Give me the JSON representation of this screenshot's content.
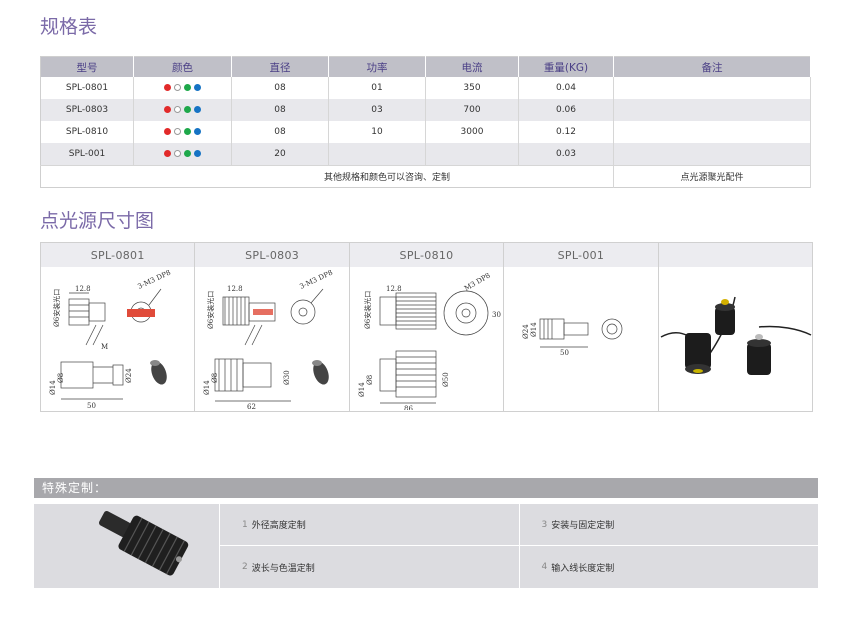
{
  "titles": {
    "spec": "规格表",
    "dims": "点光源尺寸图"
  },
  "spec_table": {
    "headers": [
      "型号",
      "颜色",
      "直径",
      "功率",
      "电流",
      "重量(KG)",
      "备注"
    ],
    "rows": [
      {
        "model": "SPL-0801",
        "diameter": "08",
        "power": "01",
        "current": "350",
        "weight": "0.04",
        "note": ""
      },
      {
        "model": "SPL-0803",
        "diameter": "08",
        "power": "03",
        "current": "700",
        "weight": "0.06",
        "note": ""
      },
      {
        "model": "SPL-0810",
        "diameter": "08",
        "power": "10",
        "current": "3000",
        "weight": "0.12",
        "note": ""
      },
      {
        "model": "SPL-001",
        "diameter": "20",
        "power": "",
        "current": "",
        "weight": "0.03",
        "note": ""
      }
    ],
    "color_dots": [
      "#e22a2a",
      "#ffffff",
      "#1ea84a",
      "#1673c4"
    ],
    "footer_left": "其他规格和颜色可以咨询、定制",
    "footer_right": "点光源聚光配件"
  },
  "dims": {
    "headers": [
      "SPL-0801",
      "SPL-0803",
      "SPL-0810",
      "SPL-001",
      ""
    ],
    "labels": {
      "d6": "Ø6安装光口",
      "d12": "12.8",
      "m3": "3-M3 DP8",
      "m4": "M",
      "d14": "Ø14",
      "d8": "Ø8",
      "d24": "Ø24",
      "d30": "Ø30",
      "d50": "Ø50",
      "len50": "50",
      "len62": "62",
      "len86": "86",
      "m3b": "M3 DP8",
      "thirty": "30"
    }
  },
  "custom": {
    "bar_title": "特殊定制：",
    "items": [
      {
        "num": "1",
        "text": "外径高度定制"
      },
      {
        "num": "3",
        "text": "安装与固定定制"
      },
      {
        "num": "2",
        "text": "波长与色温定制"
      },
      {
        "num": "4",
        "text": "输入线长度定制"
      }
    ]
  }
}
